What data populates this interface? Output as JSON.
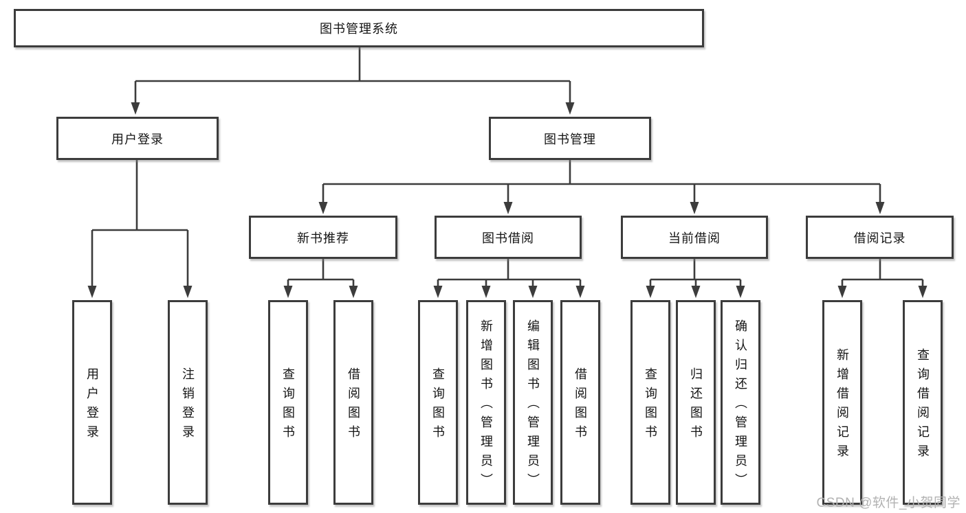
{
  "diagram": {
    "root": {
      "label": "图书管理系统"
    },
    "level2": [
      {
        "label": "用户登录",
        "leaves": [
          "用户登录",
          "注销登录"
        ]
      },
      {
        "label": "图书管理"
      }
    ],
    "level3": [
      {
        "label": "新书推荐",
        "leaves": [
          "查询图书",
          "借阅图书"
        ]
      },
      {
        "label": "图书借阅",
        "leaves": [
          "查询图书",
          "新增图书（管理员）",
          "编辑图书（管理员）",
          "借阅图书"
        ]
      },
      {
        "label": "当前借阅",
        "leaves": [
          "查询图书",
          "归还图书",
          "确认归还（管理员）"
        ]
      },
      {
        "label": "借阅记录",
        "leaves": [
          "新增借阅记录",
          "查询借阅记录"
        ]
      }
    ]
  },
  "watermark": "CSDN @软件_小贺同学",
  "colors": {
    "line": "#3c3c3c",
    "text": "#141414",
    "box_fill": "#ffffff",
    "watermark": "#b2b2b2"
  }
}
